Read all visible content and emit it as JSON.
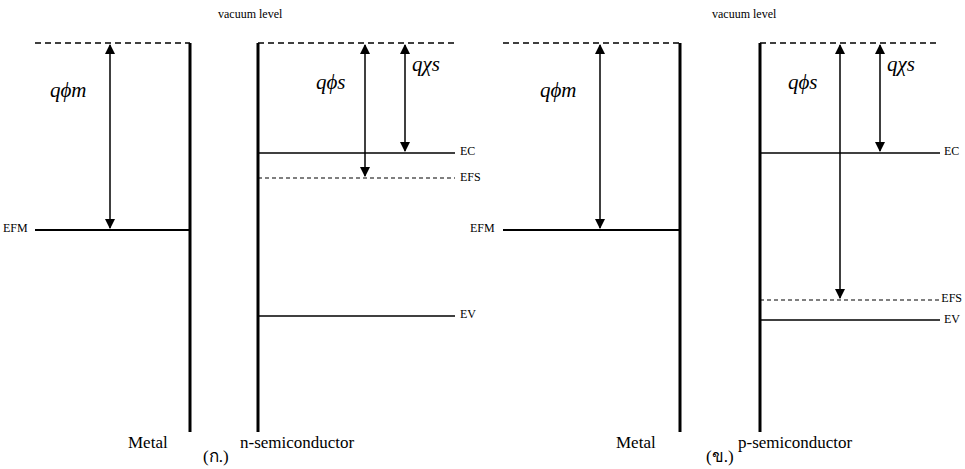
{
  "diagram": {
    "labels": [
      "vacuum level",
      "qϕm",
      "qϕs",
      "qχs",
      "EFM",
      "EC",
      "EFS",
      "EV",
      "Metal",
      "n-semiconductor",
      "(ก.)",
      "vacuum level",
      "qϕm",
      "qϕs",
      "qχs",
      "EFM",
      "EC",
      "EFS",
      "EV",
      "Metal",
      "p-semiconductor",
      "(ข.)"
    ]
  }
}
